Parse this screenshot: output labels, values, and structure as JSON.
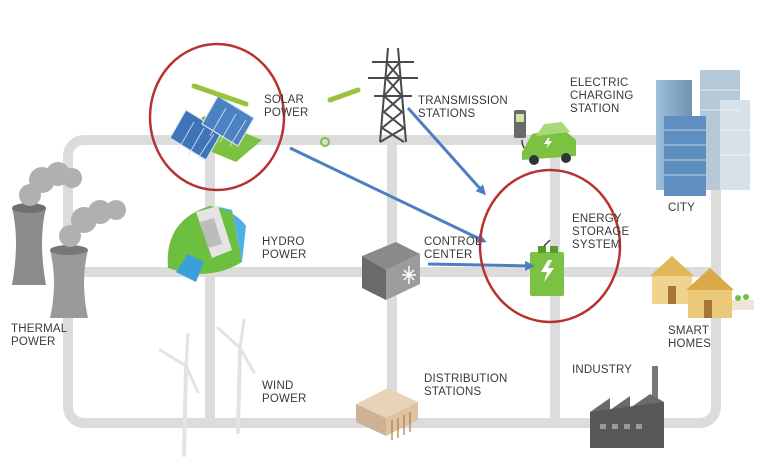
{
  "diagram": {
    "thermal_power": [
      "THERMAL",
      "POWER"
    ],
    "solar_power": [
      "SOLAR",
      "POWER"
    ],
    "hydro_power": [
      "HYDRO",
      "POWER"
    ],
    "wind_power": [
      "WIND",
      "POWER"
    ],
    "transmission_stations": [
      "TRANSMISSION",
      "STATIONS"
    ],
    "control_center": [
      "CONTROL",
      "CENTER"
    ],
    "distribution_stations": [
      "DISTRIBUTION",
      "STATIONS"
    ],
    "electric_charging_station": [
      "ELECTRIC",
      "CHARGING",
      "STATION"
    ],
    "energy_storage_system": [
      "ENERGY",
      "STORAGE",
      "SYSTEM"
    ],
    "industry": [
      "INDUSTRY"
    ],
    "city": [
      "CITY"
    ],
    "smart_homes": [
      "SMART",
      "HOMES"
    ]
  },
  "colors": {
    "grid_line": "#dcdcdc",
    "arrow": "#4a7fc1",
    "highlight_circle": "#b83232",
    "label": "#3a3a3a"
  }
}
